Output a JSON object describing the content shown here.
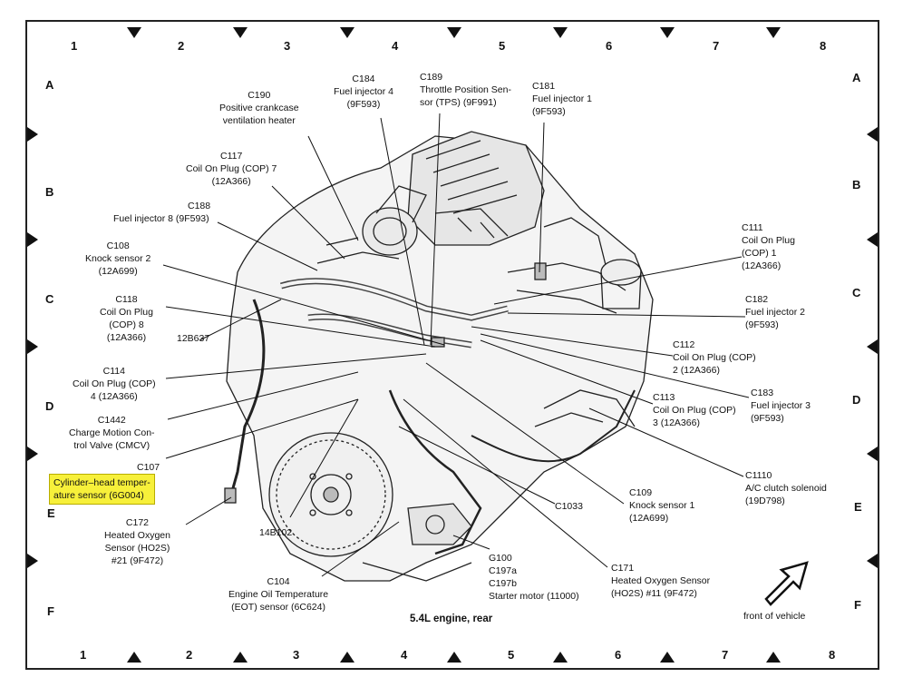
{
  "grid": {
    "columns": [
      "1",
      "2",
      "3",
      "4",
      "5",
      "6",
      "7",
      "8"
    ],
    "rows": [
      "A",
      "B",
      "C",
      "D",
      "E",
      "F"
    ]
  },
  "title": "5.4L engine, rear",
  "front_label": "front of vehicle",
  "highlight_color": "#f7f03a",
  "callouts": {
    "c190": [
      "C190",
      "Positive crankcase",
      "ventilation heater"
    ],
    "c184": [
      "C184",
      "Fuel injector 4",
      "(9F593)"
    ],
    "c189": [
      "C189",
      "Throttle Position Sen-",
      "sor (TPS) (9F991)"
    ],
    "c181": [
      "C181",
      "Fuel injector 1",
      "(9F593)"
    ],
    "c117": [
      "C117",
      "Coil On Plug (COP) 7",
      "(12A366)"
    ],
    "c188": [
      "C188",
      "Fuel injector 8 (9F593)"
    ],
    "c108": [
      "C108",
      "Knock sensor 2",
      "(12A699)"
    ],
    "c118": [
      "C118",
      "Coil On Plug",
      "(COP) 8",
      "(12A366)"
    ],
    "b637": [
      "12B637"
    ],
    "c114": [
      "C114",
      "Coil On Plug (COP)",
      "4 (12A366)"
    ],
    "c1442": [
      "C1442",
      "Charge Motion Con-",
      "trol Valve (CMCV)"
    ],
    "c107": [
      "C107"
    ],
    "c107desc": [
      "Cylinder–head temper-",
      "ature sensor (6G004)"
    ],
    "c172": [
      "C172",
      "Heated Oxygen",
      "Sensor (HO2S)",
      "#21 (9F472)"
    ],
    "b102": [
      "14B102"
    ],
    "c104": [
      "C104",
      "Engine Oil Temperature",
      "(EOT) sensor (6C624)"
    ],
    "g100": [
      "G100",
      "C197a",
      "C197b",
      "Starter motor (11000)"
    ],
    "c171": [
      "C171",
      "Heated Oxygen Sensor",
      "(HO2S) #11 (9F472)"
    ],
    "c1033": [
      "C1033"
    ],
    "c109": [
      "C109",
      "Knock sensor 1",
      "(12A699)"
    ],
    "c1110": [
      "C1110",
      "A/C clutch solenoid",
      "(19D798)"
    ],
    "c113": [
      "C113",
      "Coil On Plug (COP)",
      "3 (12A366)"
    ],
    "c183": [
      "C183",
      "Fuel injector 3",
      "(9F593)"
    ],
    "c112": [
      "C112",
      "Coil On Plug (COP)",
      "2 (12A366)"
    ],
    "c182": [
      "C182",
      "Fuel injector 2",
      "(9F593)"
    ],
    "c111": [
      "C111",
      "Coil On Plug",
      "(COP) 1",
      "(12A366)"
    ]
  }
}
